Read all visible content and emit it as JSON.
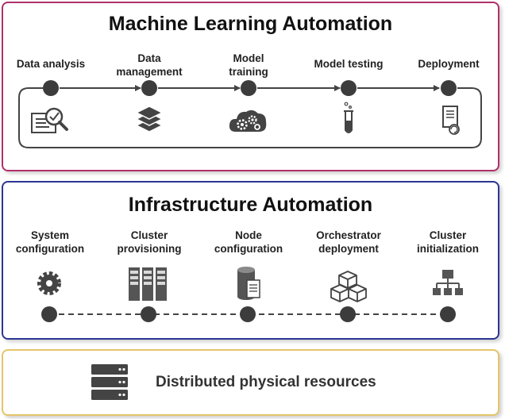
{
  "ml_automation": {
    "title": "Machine Learning Automation",
    "stages": [
      {
        "label": "Data analysis",
        "icon": "data-analysis-magnifier-icon"
      },
      {
        "label": "Data\nmanagement",
        "icon": "layers-stack-icon"
      },
      {
        "label": "Model\ntraining",
        "icon": "cloud-gears-icon"
      },
      {
        "label": "Model testing",
        "icon": "test-tube-icon"
      },
      {
        "label": "Deployment",
        "icon": "document-refresh-icon"
      }
    ]
  },
  "infrastructure_automation": {
    "title": "Infrastructure Automation",
    "stages": [
      {
        "label": "System\nconfiguration",
        "icon": "gear-icon"
      },
      {
        "label": "Cluster\nprovisioning",
        "icon": "server-racks-icon"
      },
      {
        "label": "Node\nconfiguration",
        "icon": "database-document-icon"
      },
      {
        "label": "Orchestrator\ndeployment",
        "icon": "cubes-icon"
      },
      {
        "label": "Cluster\ninitialization",
        "icon": "network-hierarchy-icon"
      }
    ]
  },
  "physical_resources": {
    "label": "Distributed physical resources",
    "icon": "server-stack-icon"
  },
  "colors": {
    "ml_border": "#b0306a",
    "infra_border": "#2c3592",
    "resources_border": "#e6c46a",
    "node": "#3c3c3c"
  }
}
